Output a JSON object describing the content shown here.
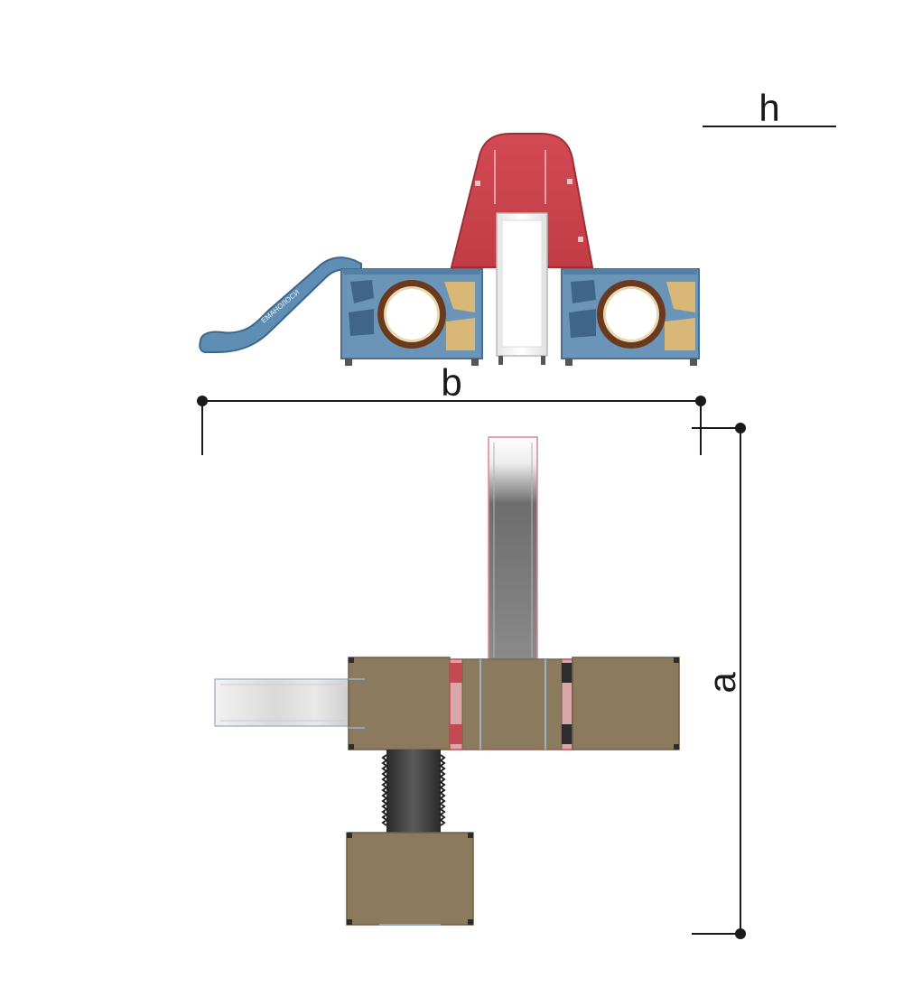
{
  "dimensions": {
    "height_label": "h",
    "width_label": "b",
    "length_label": "a"
  },
  "slide_text": "ЕМАНОЛОСИ",
  "colors": {
    "panel_blue": "#5e8eb3",
    "panel_blue_dark": "#3f6688",
    "red_roof": "#cf434c",
    "wood_tan": "#8c7a5f",
    "wood_tan_light": "#d9b877",
    "tube_brown": "#6b3a1e",
    "steel": "#a9a9a9",
    "dim_line": "#1a1a1a"
  }
}
